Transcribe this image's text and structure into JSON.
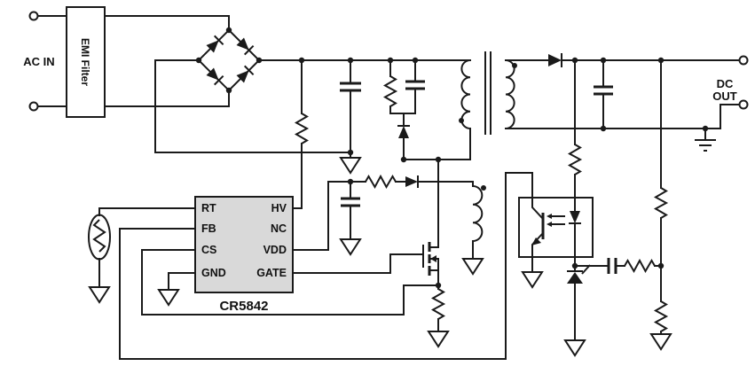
{
  "labels": {
    "ac_in": "AC IN",
    "emi_filter": "EMI Filter",
    "dc_line1": "DC",
    "dc_line2": "OUT",
    "ic_name": "CR5842"
  },
  "ic": {
    "left_pins": [
      "RT",
      "FB",
      "CS",
      "GND"
    ],
    "right_pins": [
      "HV",
      "NC",
      "VDD",
      "GATE"
    ]
  },
  "colors": {
    "line": "#1a1a1a",
    "ic_fill": "#d9d9d9",
    "background": "#ffffff"
  }
}
